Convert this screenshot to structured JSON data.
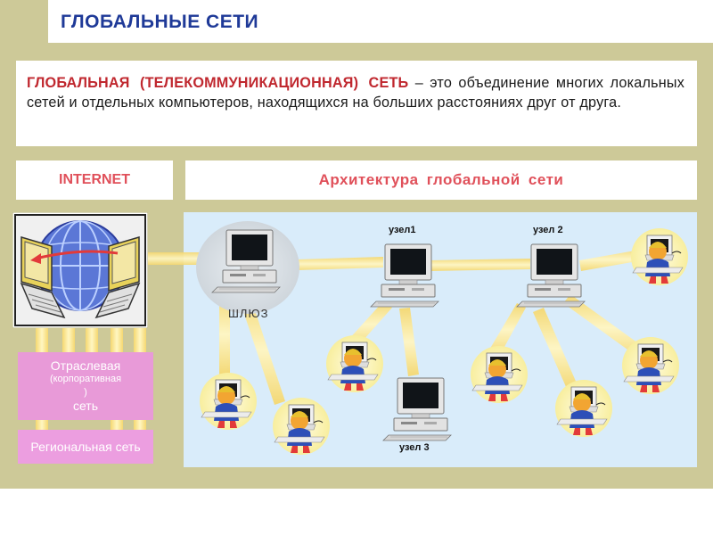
{
  "header": {
    "title": "ГЛОБАЛЬНЫЕ  СЕТИ"
  },
  "definition": {
    "term": "ГЛОБАЛЬНАЯ   (ТЕЛЕКОММУНИКАЦИОННАЯ)  СЕТЬ",
    "text": " – это объединение многих локальных сетей и отдельных компьютеров, находящихся на больших расстояниях друг  от  друга."
  },
  "internet_button": {
    "label": "INTERNET"
  },
  "architecture_button": {
    "label": "Архитектура  глобальной  сети"
  },
  "network_types": {
    "industry_line1": "Отраслевая",
    "industry_line2": "(корпоративная",
    "industry_line3": ")",
    "industry_line4": "сеть",
    "regional": "Региональная сеть"
  },
  "diagram": {
    "gateway_label": "ШЛЮЗ",
    "node1_label": "узел1",
    "node2_label": "узел 2",
    "node3_label": "узел 3"
  },
  "colors": {
    "slide_background": "#cdc998",
    "title_text": "#1f3a98",
    "definition_term": "#c0282f",
    "button_text": "#e0505a",
    "diagram_background": "#d9ecfa",
    "sector_pink": "#e89ad8",
    "connection_beam": "#f7e07a",
    "client_circle": "#fbf3b8"
  },
  "icons": [
    "globe-icon",
    "laptop-icon",
    "desktop-computer-icon",
    "user-workstation-icon"
  ]
}
